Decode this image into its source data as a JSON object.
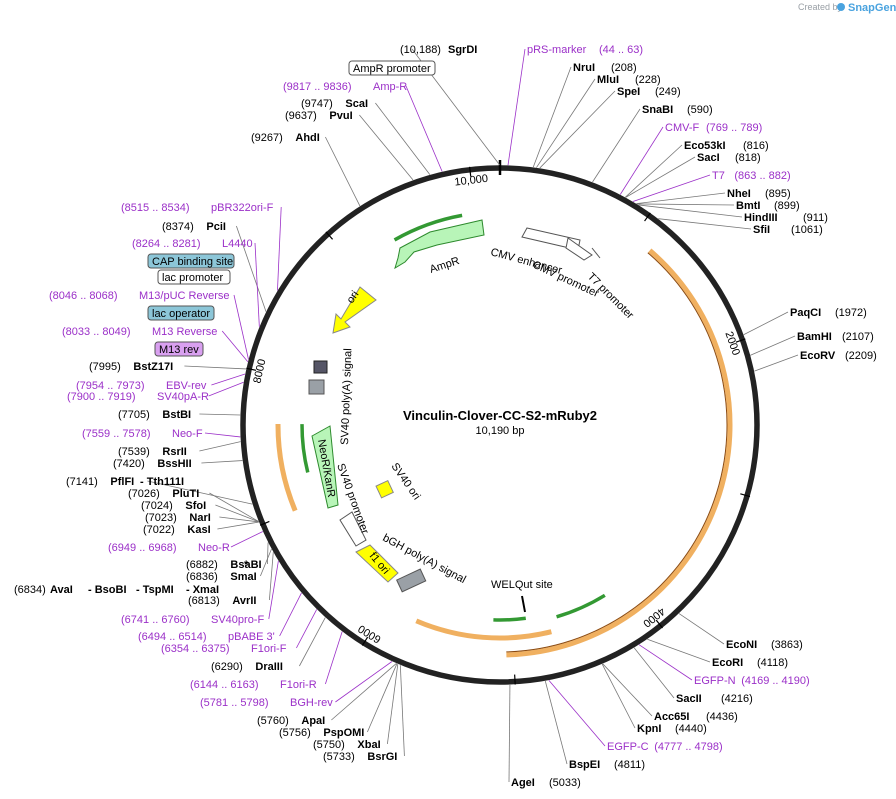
{
  "credit": {
    "created_by": "Created by",
    "brand": "SnapGene"
  },
  "plasmid": {
    "name": "Vinculin-Clover-CC-S2-mRuby2",
    "size_label": "10,190 bp",
    "length": 10190
  },
  "tick_labels": [
    {
      "pos": 10000,
      "text": "10,000"
    },
    {
      "pos": 2000,
      "text": "2000"
    },
    {
      "pos": 4000,
      "text": "4000"
    },
    {
      "pos": 6000,
      "text": "6000"
    },
    {
      "pos": 8000,
      "text": "8000"
    }
  ],
  "site_labels": [
    {
      "text": "(10,188)",
      "name": "SgrDI",
      "kind": "enzyme"
    },
    {
      "text": "pRS-marker",
      "coords": "(44 .. 63)",
      "kind": "primer"
    },
    {
      "text": "NruI",
      "coords": "(208)",
      "kind": "enzyme"
    },
    {
      "text": "MluI",
      "coords": "(228)",
      "kind": "enzyme"
    },
    {
      "text": "SpeI",
      "coords": "(249)",
      "kind": "enzyme"
    },
    {
      "text": "SnaBI",
      "coords": "(590)",
      "kind": "enzyme"
    },
    {
      "text": "CMV-F",
      "coords": "(769 .. 789)",
      "kind": "primer"
    },
    {
      "text": "Eco53kI",
      "coords": "(816)",
      "kind": "enzyme"
    },
    {
      "text": "SacI",
      "coords": "(818)",
      "kind": "enzyme"
    },
    {
      "text": "T7",
      "coords": "(863 .. 882)",
      "kind": "primer"
    },
    {
      "text": "NheI",
      "coords": "(895)",
      "kind": "enzyme"
    },
    {
      "text": "BmtI",
      "coords": "(899)",
      "kind": "enzyme"
    },
    {
      "text": "HindIII",
      "coords": "(911)",
      "kind": "enzyme"
    },
    {
      "text": "SfiI",
      "coords": "(1061)",
      "kind": "enzyme"
    },
    {
      "text": "PaqCI",
      "coords": "(1972)",
      "kind": "enzyme"
    },
    {
      "text": "BamHI",
      "coords": "(2107)",
      "kind": "enzyme"
    },
    {
      "text": "EcoRV",
      "coords": "(2209)",
      "kind": "enzyme"
    },
    {
      "text": "EcoNI",
      "coords": "(3863)",
      "kind": "enzyme"
    },
    {
      "text": "EcoRI",
      "coords": "(4118)",
      "kind": "enzyme"
    },
    {
      "text": "EGFP-N",
      "coords": "(4169 .. 4190)",
      "kind": "primer"
    },
    {
      "text": "SacII",
      "coords": "(4216)",
      "kind": "enzyme"
    },
    {
      "text": "Acc65I",
      "coords": "(4436)",
      "kind": "enzyme"
    },
    {
      "text": "KpnI",
      "coords": "(4440)",
      "kind": "enzyme"
    },
    {
      "text": "EGFP-C",
      "coords": "(4777 .. 4798)",
      "kind": "primer"
    },
    {
      "text": "BspEI",
      "coords": "(4811)",
      "kind": "enzyme"
    },
    {
      "text": "AgeI",
      "coords": "(5033)",
      "kind": "enzyme"
    }
  ],
  "left_labels": [
    {
      "coords": "(9817 .. 9836)",
      "name": "Amp-R",
      "kind": "primer"
    },
    {
      "coords": "(9747)",
      "name": "ScaI",
      "kind": "enzyme"
    },
    {
      "coords": "(9637)",
      "name": "PvuI",
      "kind": "enzyme"
    },
    {
      "coords": "(9267)",
      "name": "AhdI",
      "kind": "enzyme"
    },
    {
      "coords": "(8515 .. 8534)",
      "name": "pBR322ori-F",
      "kind": "primer"
    },
    {
      "coords": "(8374)",
      "name": "PciI",
      "kind": "enzyme"
    },
    {
      "coords": "(8264 .. 8281)",
      "name": "L4440",
      "kind": "primer"
    },
    {
      "coords": "(8046 .. 8068)",
      "name": "M13/pUC Reverse",
      "kind": "primer"
    },
    {
      "coords": "(8033 .. 8049)",
      "name": "M13 Reverse",
      "kind": "primer"
    },
    {
      "coords": "(7995)",
      "name": "BstZ17I",
      "kind": "enzyme"
    },
    {
      "coords": "(7954 .. 7973)",
      "name": "EBV-rev",
      "kind": "primer"
    },
    {
      "coords": "(7900 .. 7919)",
      "name": "SV40pA-R",
      "kind": "primer"
    },
    {
      "coords": "(7705)",
      "name": "BstBI",
      "kind": "enzyme"
    },
    {
      "coords": "(7559 .. 7578)",
      "name": "Neo-F",
      "kind": "primer"
    },
    {
      "coords": "(7539)",
      "name": "RsrII",
      "kind": "enzyme"
    },
    {
      "coords": "(7420)",
      "name": "BssHII",
      "kind": "enzyme"
    },
    {
      "coords": "(7141)",
      "name": "PflFI",
      "kind": "enzyme"
    },
    {
      "coords": "(7026)",
      "name": "PluTI",
      "kind": "enzyme"
    },
    {
      "coords": "(7024)",
      "name": "SfoI",
      "kind": "enzyme"
    },
    {
      "coords": "(7023)",
      "name": "NarI",
      "kind": "enzyme"
    },
    {
      "coords": "(7022)",
      "name": "KasI",
      "kind": "enzyme"
    },
    {
      "coords": "(6949 .. 6968)",
      "name": "Neo-R",
      "kind": "primer"
    },
    {
      "coords": "(6882)",
      "name": "BsaBI",
      "kind": "enzyme"
    },
    {
      "coords": "(6836)",
      "name": "SmaI",
      "kind": "enzyme"
    },
    {
      "coords": "(6813)",
      "name": "AvrII",
      "kind": "enzyme"
    },
    {
      "coords": "(6741 .. 6760)",
      "name": "SV40pro-F",
      "kind": "primer"
    },
    {
      "coords": "(6494 .. 6514)",
      "name": "pBABE 3'",
      "kind": "primer"
    },
    {
      "coords": "(6354 .. 6375)",
      "name": "F1ori-F",
      "kind": "primer"
    },
    {
      "coords": "(6290)",
      "name": "DraIII",
      "kind": "enzyme"
    },
    {
      "coords": "(6144 .. 6163)",
      "name": "F1ori-R",
      "kind": "primer"
    },
    {
      "coords": "(5781 .. 5798)",
      "name": "BGH-rev",
      "kind": "primer"
    },
    {
      "coords": "(5760)",
      "name": "ApaI",
      "kind": "enzyme"
    },
    {
      "coords": "(5756)",
      "name": "PspOMI",
      "kind": "enzyme"
    },
    {
      "coords": "(5750)",
      "name": "XbaI",
      "kind": "enzyme"
    },
    {
      "coords": "(5733)",
      "name": "BsrGI",
      "kind": "enzyme"
    }
  ],
  "extra_labels": {
    "tth": "- Tth111I",
    "ava_coord": "(6834)",
    "ava": "AvaI",
    "bsobi": "- BsoBI",
    "tspmi": "- TspMI",
    "xmai": "- XmaI",
    "star": "*"
  },
  "boxed_labels": {
    "ampr_promoter": "AmpR promoter",
    "cap": "CAP binding site",
    "lac_promoter": "lac promoter",
    "lac_operator": "lac operator",
    "m13rev": "M13 rev"
  },
  "features": {
    "cmv_enhancer": "CMV enhancer",
    "cmv_promoter": "CMV promoter",
    "t7_promoter": "T7 promoter",
    "ampr": "AmpR",
    "ori": "ori",
    "sv40_polya": "SV40 poly(A) signal",
    "neor": "NeoR/KanR",
    "sv40_promoter": "SV40 promoter",
    "sv40_ori": "SV40 ori",
    "f1_ori": "f1 ori",
    "bgh": "bGH poly(A) signal",
    "welqut": "WELQut site"
  },
  "colors": {
    "primer": "#9b30c8",
    "backbone": "#222222",
    "cds": "#b8f5b8",
    "ori": "#ffff00",
    "orange": "#f0b060",
    "green_arrow": "#339933",
    "box_blue": "#8cc6d8",
    "box_purple": "#d9a0f0"
  }
}
